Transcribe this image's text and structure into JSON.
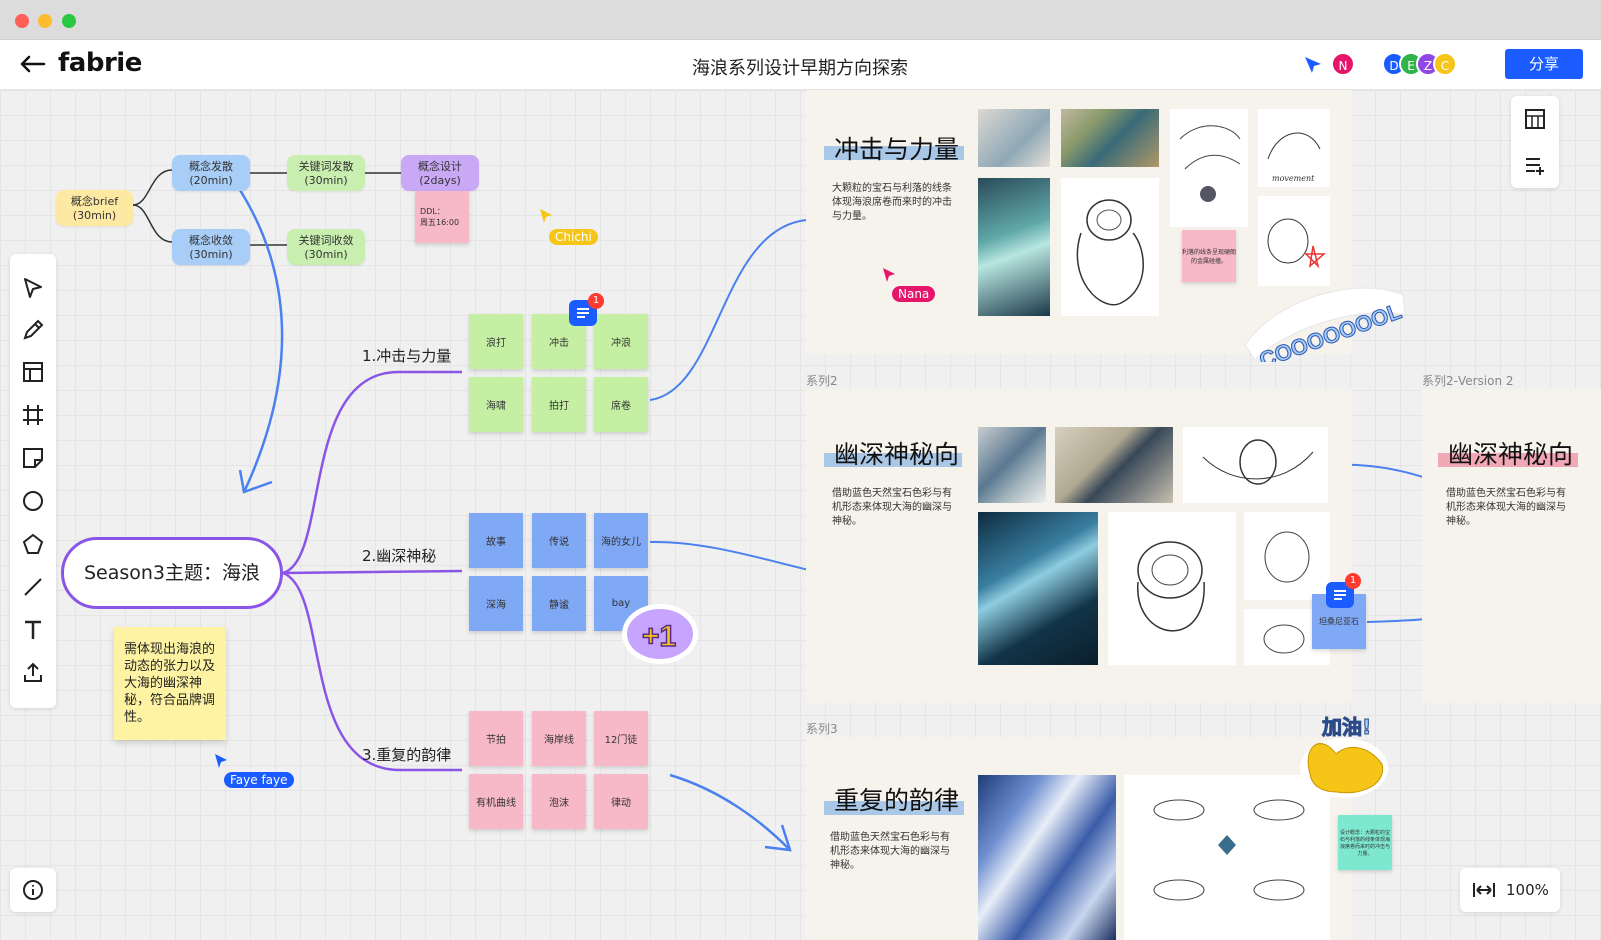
{
  "app": {
    "name": "fabrie",
    "doc_title": "海浪系列设计早期方向探索"
  },
  "header": {
    "share_label": "分享",
    "avatars": [
      {
        "letter": "N",
        "color": "#e5156c"
      },
      {
        "letter": "D",
        "color": "#1a5cff"
      },
      {
        "letter": "E",
        "color": "#2fb44a"
      },
      {
        "letter": "Z",
        "color": "#9146e6"
      },
      {
        "letter": "C",
        "color": "#f5c518"
      }
    ]
  },
  "flow": {
    "brief": "概念brief\n(30min)",
    "diverge": "概念发散\n(20min)",
    "converge": "概念收敛\n(30min)",
    "kw_diverge": "关键词发散\n(30min)",
    "kw_converge": "关键词收敛\n(30min)",
    "design": "概念设计\n(2days)",
    "ddl": "DDL：\n周五16:00"
  },
  "mindmap": {
    "central": "Season3主题：海浪",
    "branch1": "1.冲击与力量",
    "branch2": "2.幽深神秘",
    "branch3": "3.重复的韵律",
    "b1_items": [
      "浪打",
      "冲击",
      "冲浪",
      "海啸",
      "拍打",
      "席卷"
    ],
    "b2_items": [
      "故事",
      "传说",
      "海的女儿",
      "深海",
      "静谧",
      "bay"
    ],
    "b3_items": [
      "节拍",
      "海岸线",
      "12门徒",
      "有机曲线",
      "泡沫",
      "律动"
    ],
    "note": "需体现出海浪的动态的张力以及大海的幽深神秘，符合品牌调性。"
  },
  "users": {
    "chichi": "Chichi",
    "nana": "Nana",
    "faye": "Faye faye"
  },
  "frames": {
    "f1": {
      "heading": "冲击与力量",
      "text": "大颗粒的宝石与利落的线条体现海浪席卷而来时的冲击与力量。",
      "sketch_text": "movement",
      "sticky": "利落的线条呈现硬朗的金属碰撞。"
    },
    "f2": {
      "label": "系列2",
      "heading": "幽深神秘向",
      "text": "借助蓝色天然宝石色彩与有机形态来体现大海的幽深与神秘。",
      "sticky": "坦桑尼亚石"
    },
    "f2v": {
      "label": "系列2-Version 2",
      "heading": "幽深神秘向",
      "text": "借助蓝色天然宝石色彩与有机形态来体现大海的幽深与神秘。"
    },
    "f3": {
      "label": "系列3",
      "heading": "重复的韵律",
      "text": "借助蓝色天然宝石色彩与有机形态来体现大海的幽深与神秘。",
      "sticky": "设计概念：大颗粒的宝石与利落的线条体现海浪席卷而来时的冲击与力量。"
    }
  },
  "stickers": {
    "cool": "COOOOOOOL",
    "plus": "+1",
    "jiayou": "加油!"
  },
  "badges": {
    "comment1": "1",
    "comment2": "1"
  },
  "zoom": {
    "level": "100%"
  },
  "colors": {
    "accent": "#1a5cff",
    "purple_branch": "#8a55e6",
    "green_sticky": "#c5f0a4",
    "blue_sticky": "#7fa8f5",
    "pink_sticky": "#f7b8c7"
  }
}
